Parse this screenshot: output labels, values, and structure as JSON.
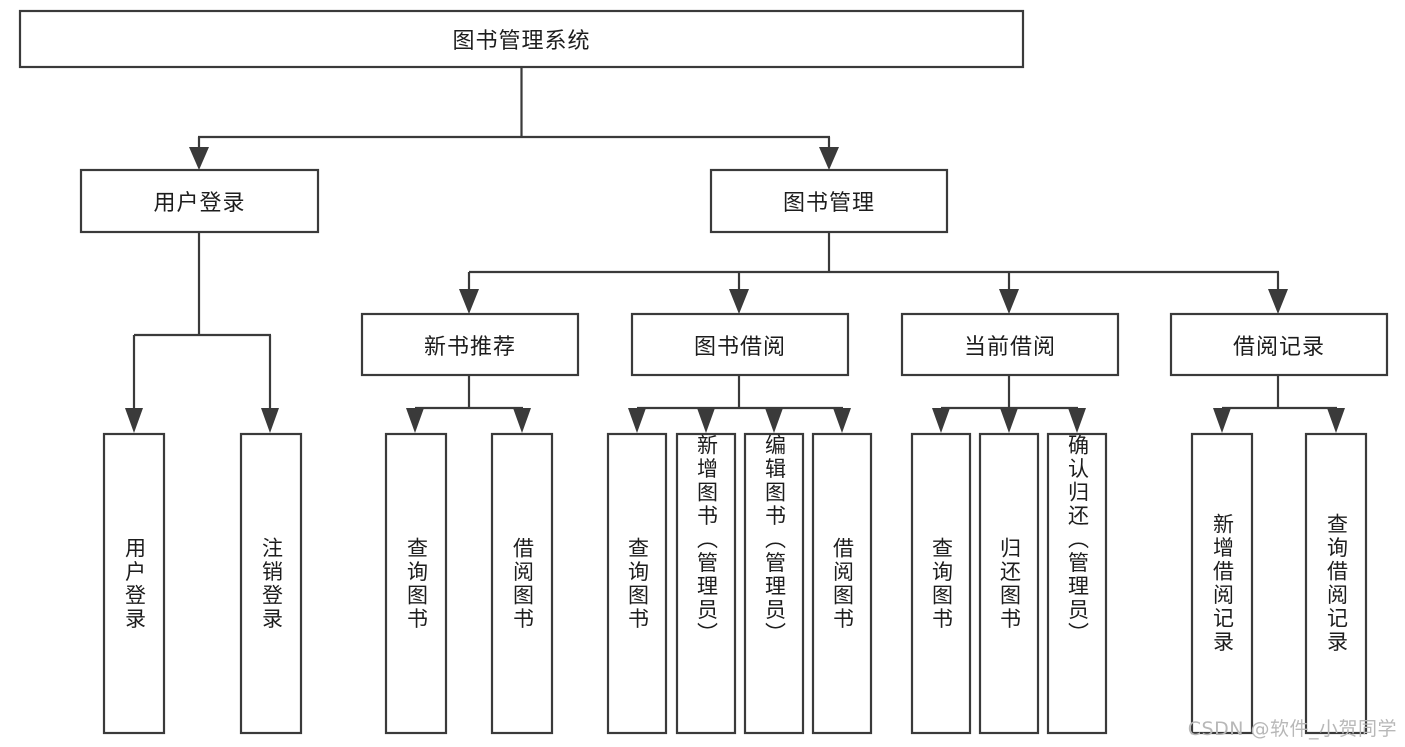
{
  "diagram": {
    "type": "tree-hierarchy-flowchart",
    "title": "图书管理系统",
    "colors": {
      "box_stroke": "#3a3a3a",
      "box_fill": "#ffffff",
      "connector": "#3a3a3a",
      "text": "#1d1d1d",
      "background": "#ffffff",
      "watermark": "#b8b8b8"
    },
    "root": {
      "label": "图书管理系统",
      "orientation": "horizontal"
    },
    "level2": [
      {
        "label": "用户登录",
        "orientation": "horizontal"
      },
      {
        "label": "图书管理",
        "orientation": "horizontal"
      }
    ],
    "level3": [
      {
        "label": "新书推荐",
        "orientation": "horizontal"
      },
      {
        "label": "图书借阅",
        "orientation": "horizontal"
      },
      {
        "label": "当前借阅",
        "orientation": "horizontal"
      },
      {
        "label": "借阅记录",
        "orientation": "horizontal"
      }
    ],
    "leaves": {
      "user_login": [
        {
          "label": "用户登录",
          "orientation": "vertical"
        },
        {
          "label": "注销登录",
          "orientation": "vertical"
        }
      ],
      "new_book_recommend": [
        {
          "label": "查询图书",
          "orientation": "vertical"
        },
        {
          "label": "借阅图书",
          "orientation": "vertical"
        }
      ],
      "book_borrow": [
        {
          "label": "查询图书",
          "orientation": "vertical"
        },
        {
          "label": "新增图书（管理员）",
          "orientation": "vertical"
        },
        {
          "label": "编辑图书（管理员）",
          "orientation": "vertical"
        },
        {
          "label": "借阅图书",
          "orientation": "vertical"
        }
      ],
      "current_borrow": [
        {
          "label": "查询图书",
          "orientation": "vertical"
        },
        {
          "label": "归还图书",
          "orientation": "vertical"
        },
        {
          "label": "确认归还（管理员）",
          "orientation": "vertical"
        }
      ],
      "borrow_record": [
        {
          "label": "新增借阅记录",
          "orientation": "vertical"
        },
        {
          "label": "查询借阅记录",
          "orientation": "vertical"
        }
      ]
    }
  },
  "watermark": {
    "text": "CSDN @软件_小贺同学"
  }
}
